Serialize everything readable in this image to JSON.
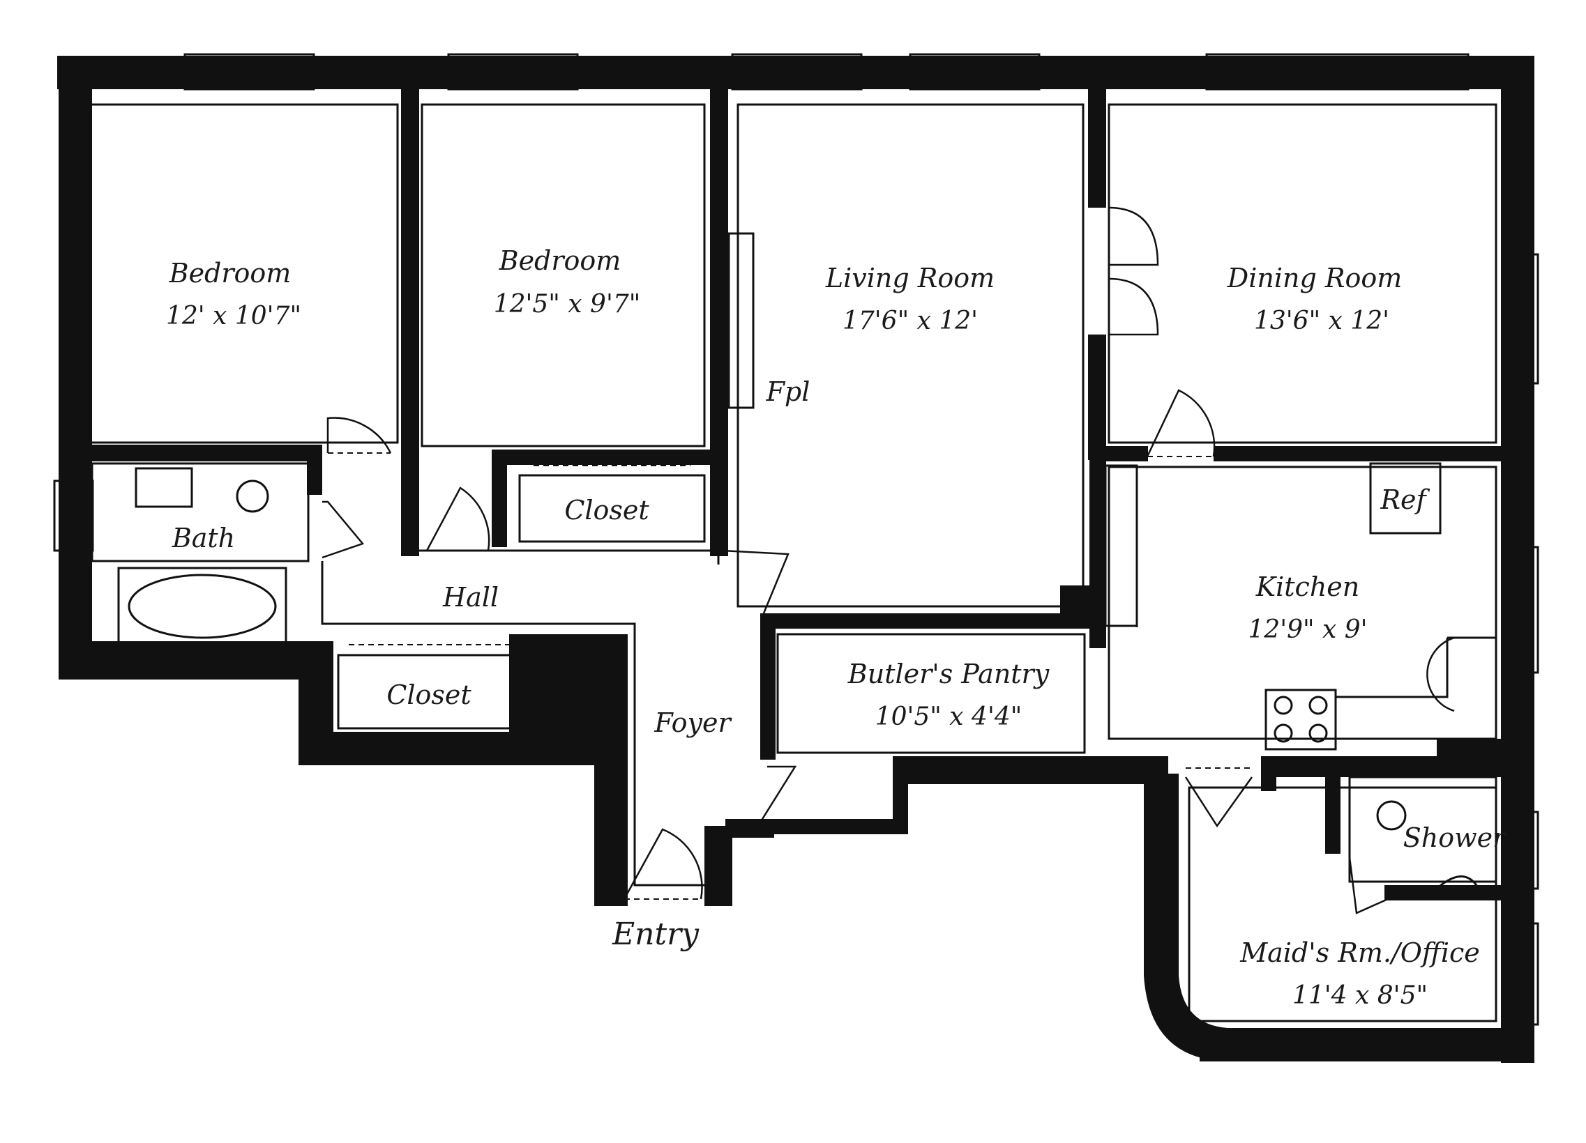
{
  "rooms": {
    "bedroom1": {
      "name": "Bedroom",
      "dim": "12' x 10'7\""
    },
    "bedroom2": {
      "name": "Bedroom",
      "dim": "12'5\" x 9'7\""
    },
    "living": {
      "name": "Living Room",
      "dim": "17'6\" x 12'"
    },
    "dining": {
      "name": "Dining Room",
      "dim": "13'6\" x 12'"
    },
    "kitchen": {
      "name": "Kitchen",
      "dim": "12'9\" x 9'"
    },
    "pantry": {
      "name": "Butler's Pantry",
      "dim": "10'5\" x 4'4\""
    },
    "maid": {
      "name": "Maid's Rm./Office",
      "dim": "11'4 x 8'5\""
    }
  },
  "labels": {
    "fpl": "Fpl",
    "bath": "Bath",
    "closet1": "Closet",
    "closet2": "Closet",
    "hall": "Hall",
    "foyer": "Foyer",
    "entry": "Entry",
    "ref": "Ref",
    "shower": "Shower"
  }
}
